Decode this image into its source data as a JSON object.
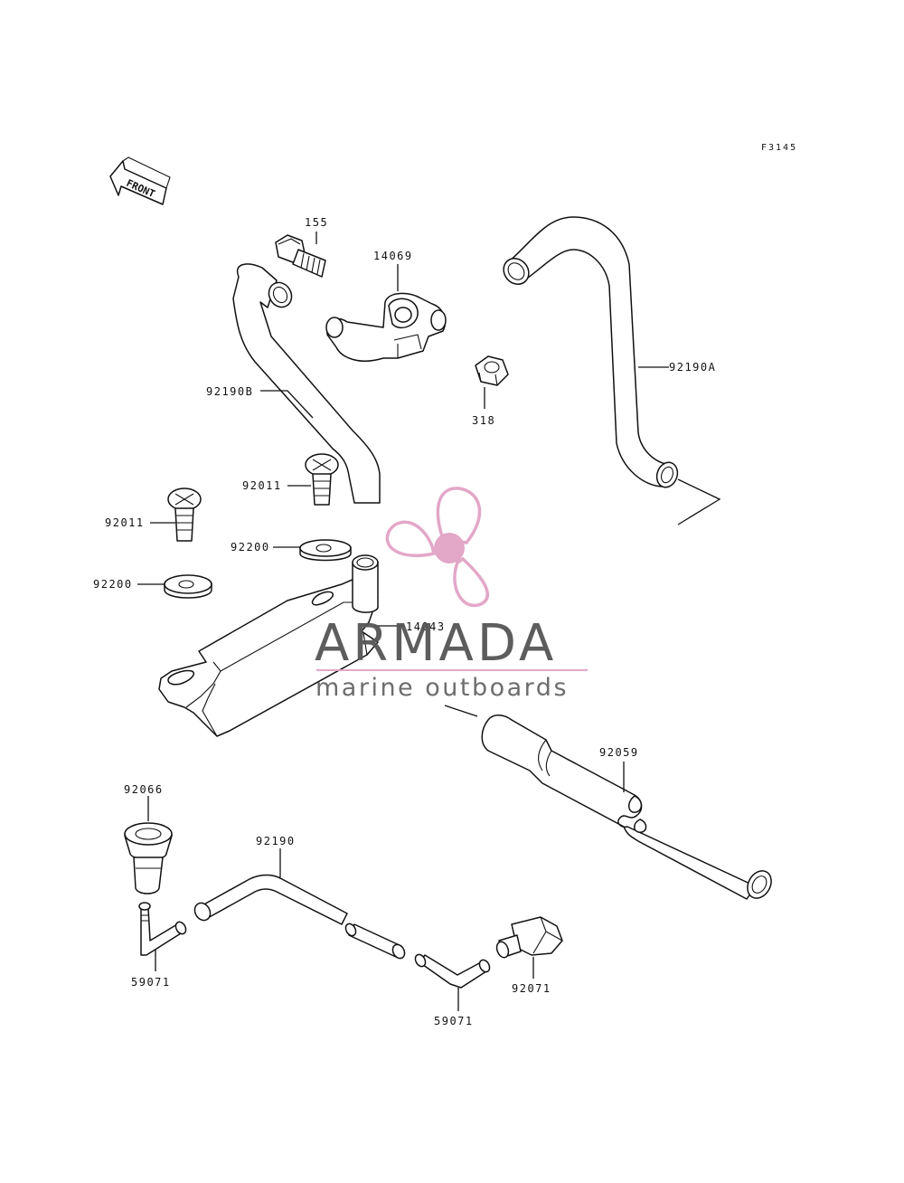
{
  "figure_id": "F3145",
  "front_label": "FRONT",
  "parts": {
    "p155": "155",
    "p14069": "14069",
    "p92190A": "92190A",
    "p92190B": "92190B",
    "p318": "318",
    "p92011_a": "92011",
    "p92011_b": "92011",
    "p92200_a": "92200",
    "p92200_b": "92200",
    "p14043": "14043",
    "p92059": "92059",
    "p92066": "92066",
    "p92190": "92190",
    "p59071_a": "59071",
    "p59071_b": "59071",
    "p92071": "92071"
  },
  "watermark": {
    "title": "ARMADA",
    "subtitle": "marine outboards",
    "accent_color": "#e2a3c6",
    "text_color": "#555555"
  }
}
